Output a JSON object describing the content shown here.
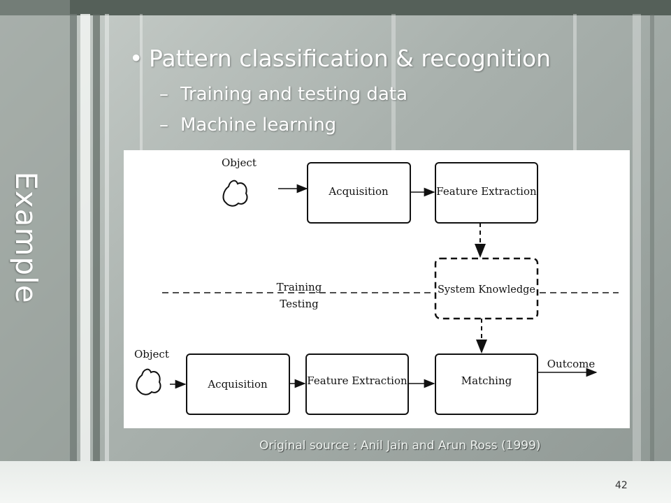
{
  "slide": {
    "side_title": "Example",
    "bullets": [
      {
        "marker": "•",
        "text": "Pattern classification & recognition"
      }
    ],
    "sub_bullets": [
      {
        "marker": "–",
        "text": "Training and testing data"
      },
      {
        "marker": "–",
        "text": "Machine learning"
      }
    ],
    "source_note": "Original source : Anil Jain and Arun Ross (1999)",
    "page_number": "42"
  },
  "diagram": {
    "training_row": {
      "object_label": "Object",
      "acquisition": "Acquisition",
      "feature_extraction": "Feature Extraction"
    },
    "system_knowledge": "System Knowledge",
    "divider": {
      "upper": "Training",
      "lower": "Testing"
    },
    "testing_row": {
      "object_label": "Object",
      "acquisition": "Acquisition",
      "feature_extraction": "Feature Extraction",
      "matching": "Matching",
      "outcome": "Outcome"
    }
  }
}
